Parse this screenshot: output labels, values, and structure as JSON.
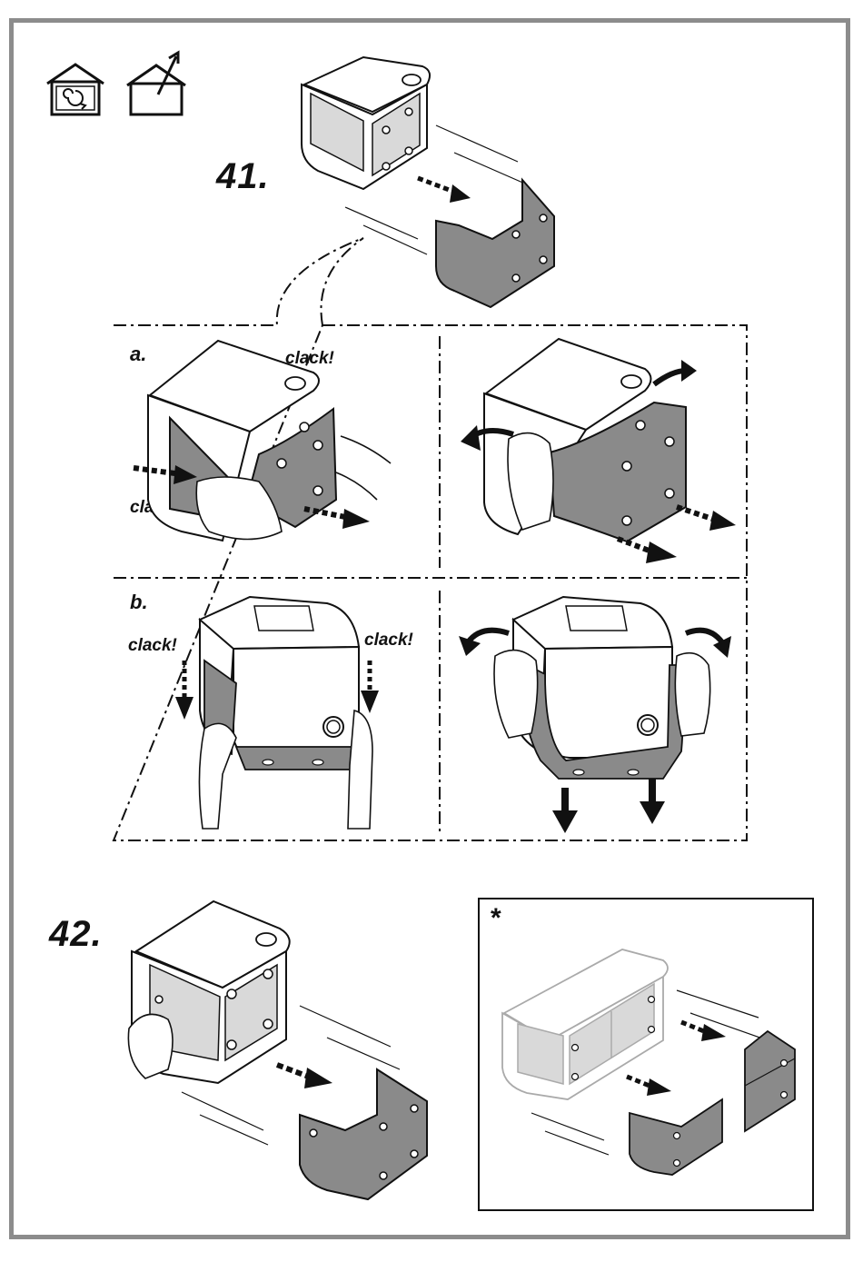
{
  "icons": [
    {
      "name": "indoor-spin-icon"
    },
    {
      "name": "house-upgrade-arrow-icon"
    }
  ],
  "steps": [
    {
      "number": "41."
    },
    {
      "number": "42."
    }
  ],
  "panels": {
    "a": {
      "label": "a.",
      "sounds": [
        "clack!",
        "clack!"
      ]
    },
    "b": {
      "label": "b.",
      "sounds": [
        "clack!",
        "clack!"
      ]
    }
  },
  "note": {
    "symbol": "*"
  },
  "colors": {
    "frame": "#8c8c8c",
    "line": "#111111",
    "light_panel": "#d9d9d9",
    "dark_panel": "#8a8a8a",
    "body": "#ffffff"
  }
}
